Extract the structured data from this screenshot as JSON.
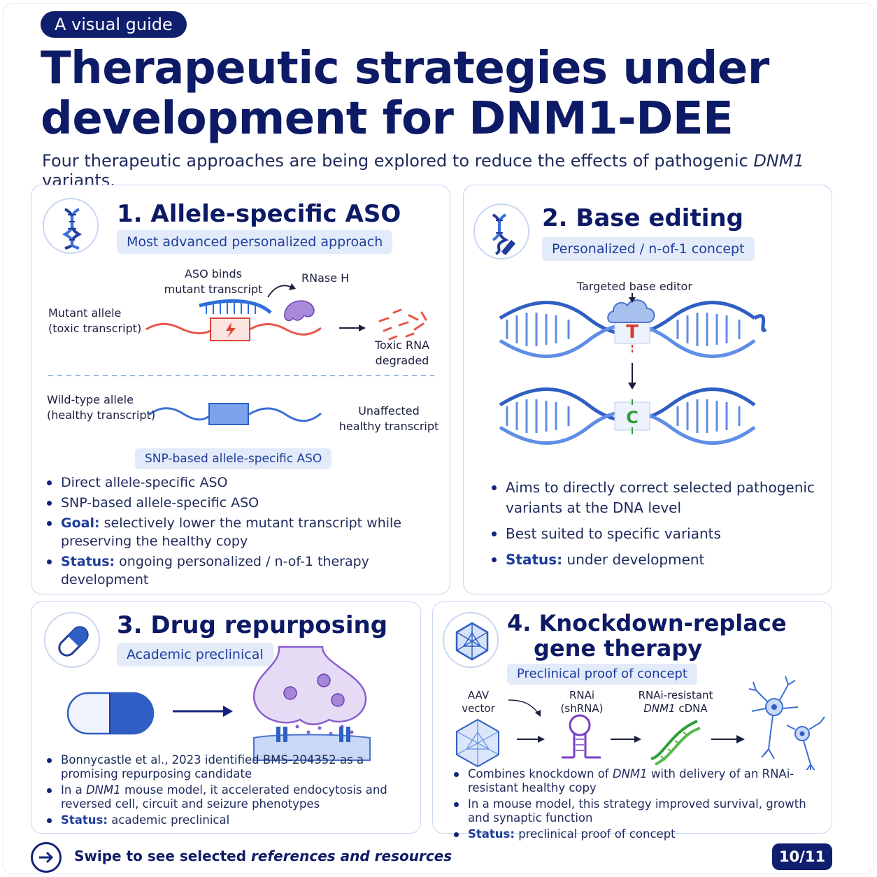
{
  "header": {
    "badge": "A visual guide",
    "title_line1": "Therapeutic strategies under",
    "title_line2": "development for DNM1-DEE",
    "subtitle_pre": "Four therapeutic approaches are being explored to reduce the effects of pathogenic ",
    "subtitle_gene": "DNM1",
    "subtitle_post": " variants."
  },
  "card1": {
    "icon": "dna-icon",
    "title": "1. Allele-specific ASO",
    "tag": "Most advanced personalized approach",
    "diagram": {
      "aso_label_1": "ASO binds",
      "aso_label_2": "mutant transcript",
      "rnase_label": "RNase H",
      "mutant_label_1": "Mutant allele",
      "mutant_label_2": "(toxic transcript)",
      "toxic_label_1": "Toxic RNA",
      "toxic_label_2": "degraded",
      "wt_label_1": "Wild-type allele",
      "wt_label_2": "(healthy transcript)",
      "unaffected_label_1": "Unaffected",
      "unaffected_label_2": "healthy transcript",
      "snp_tag": "SNP-based allele-specific ASO"
    },
    "bullets": {
      "b1": "Direct allele-specific ASO",
      "b2": "SNP-based allele-specific ASO",
      "goal_label": "Goal:",
      "goal_text": " selectively lower the mutant transcript while preserving the healthy copy",
      "status_label": "Status:",
      "status_text": " ongoing personalized / n-of-1 therapy development"
    }
  },
  "card2": {
    "icon": "dna-edit-icon",
    "title": "2. Base editing",
    "tag": "Personalized / n-of-1 concept",
    "diagram": {
      "editor_label": "Targeted base editor",
      "base_before": "T",
      "base_after": "C"
    },
    "bullets": {
      "b1": "Aims to directly correct selected pathogenic variants at the DNA level",
      "b2": "Best suited to specific variants",
      "status_label": "Status:",
      "status_text": " under development"
    }
  },
  "card3": {
    "icon": "capsule-icon",
    "title": "3. Drug repurposing",
    "tag": "Academic preclinical",
    "bullets": {
      "b1": "Bonnycastle et al., 2023 identified BMS-204352 as a promising repurposing candidate",
      "b2_pre": "In a ",
      "b2_gene": "DNM1",
      "b2_post": " mouse model, it accelerated endocytosis and reversed cell, circuit and seizure phenotypes",
      "status_label": "Status:",
      "status_text": " academic preclinical"
    }
  },
  "card4": {
    "icon": "aav-capsid-icon",
    "title_line1": "4. Knockdown-replace",
    "title_line2": "gene therapy",
    "tag": "Preclinical proof of concept",
    "diagram": {
      "aav_label_1": "AAV",
      "aav_label_2": "vector",
      "rnai_label_1": "RNAi",
      "rnai_label_2": "(shRNA)",
      "resist_label_1": "RNAi-resistant",
      "resist_label_gene": "DNM1",
      "resist_label_2": " cDNA"
    },
    "bullets": {
      "b1_pre": "Combines knockdown of ",
      "b1_gene": "DNM1",
      "b1_post": " with delivery of an RNAi-resistant healthy copy",
      "b2": "In a mouse model, this strategy improved survival, growth and synaptic function",
      "status_label": "Status:",
      "status_text": " preclinical proof of concept"
    }
  },
  "footer": {
    "text_pre": "Swipe to see selected ",
    "text_it": "references and resources",
    "page": "10/11"
  },
  "colors": {
    "navy": "#0d1a66",
    "accent_blue": "#3b6fd8",
    "mutant_red": "#e8584a",
    "purple": "#7b3fc4",
    "green": "#2e9e3a"
  }
}
